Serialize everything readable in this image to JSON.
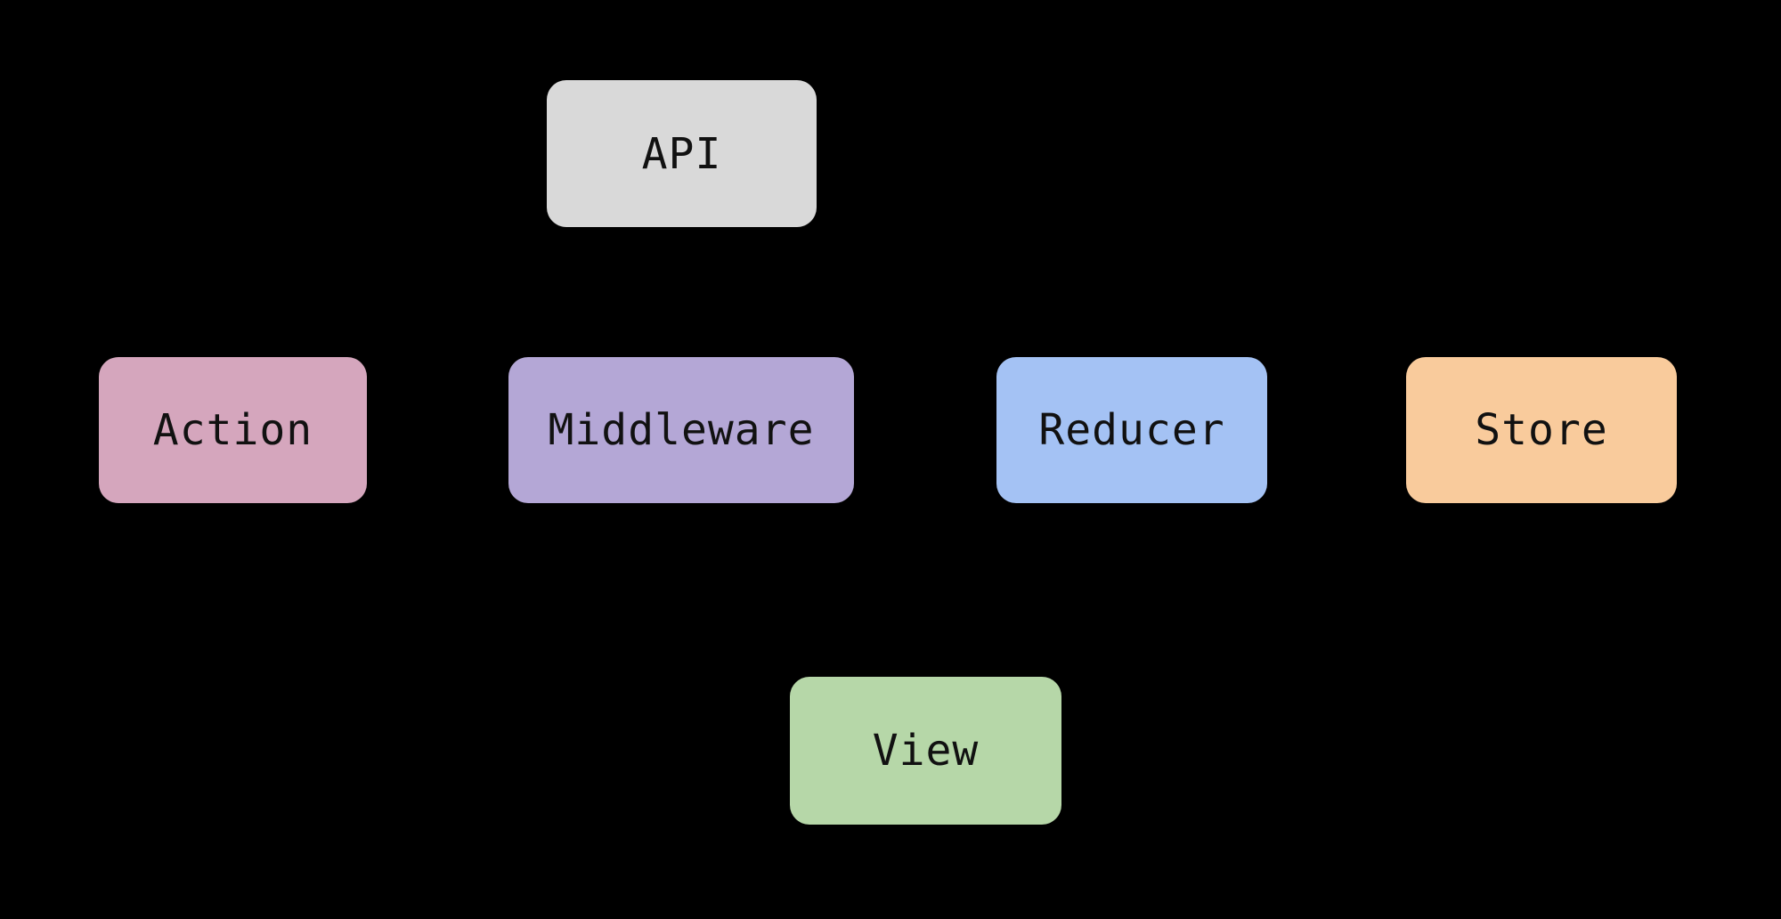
{
  "diagram": {
    "background": "#000000",
    "nodes": [
      {
        "id": "api",
        "label": "API",
        "color": "#d9d9d9"
      },
      {
        "id": "action",
        "label": "Action",
        "color": "#d5a6bd"
      },
      {
        "id": "middleware",
        "label": "Middleware",
        "color": "#b4a7d6"
      },
      {
        "id": "reducer",
        "label": "Reducer",
        "color": "#a4c2f4"
      },
      {
        "id": "store",
        "label": "Store",
        "color": "#f9cb9c"
      },
      {
        "id": "view",
        "label": "View",
        "color": "#b6d7a8"
      }
    ]
  }
}
